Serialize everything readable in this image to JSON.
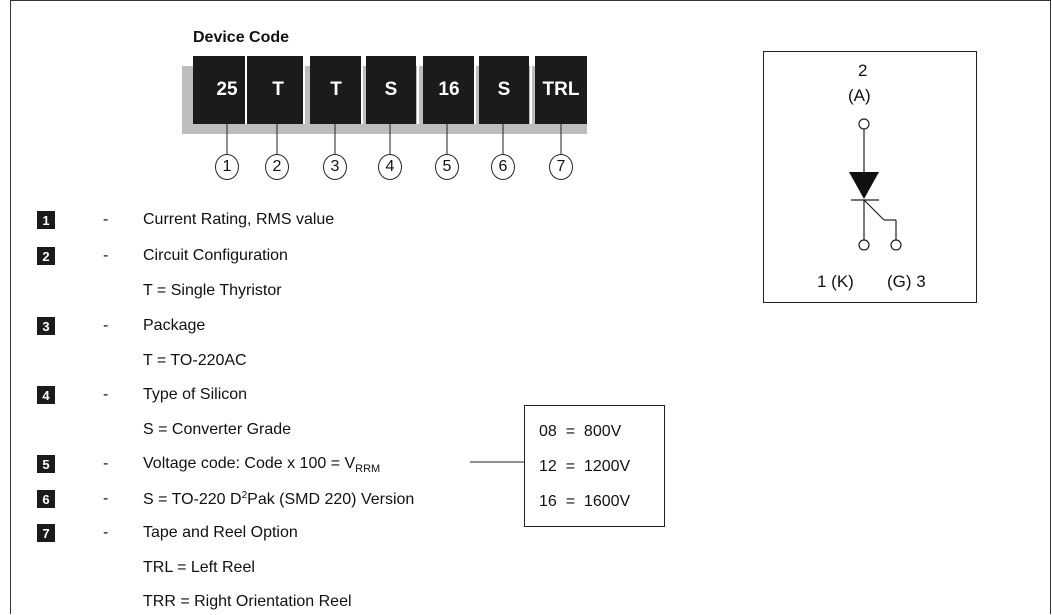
{
  "device_code": {
    "title": "Device Code",
    "codes": [
      "25",
      "T",
      "T",
      "S",
      "16",
      "S",
      "TRL"
    ],
    "positions": [
      "1",
      "2",
      "3",
      "4",
      "5",
      "6",
      "7"
    ]
  },
  "legend": [
    {
      "num": "1",
      "dash": "-",
      "text": "Current Rating, RMS value"
    },
    {
      "num": "2",
      "dash": "-",
      "text": "Circuit Configuration"
    },
    {
      "sub": "T = Single Thyristor"
    },
    {
      "num": "3",
      "dash": "-",
      "text": "Package"
    },
    {
      "sub": "T = TO-220AC"
    },
    {
      "num": "4",
      "dash": "-",
      "text": "Type of Silicon"
    },
    {
      "sub": "S = Converter Grade"
    },
    {
      "num": "5",
      "dash": "-",
      "text_prefix": "Voltage code: Code x 100 = V",
      "text_sub": "RRM"
    },
    {
      "num": "6",
      "dash": "-",
      "text_prefix": "S = TO-220  D",
      "text_sup": "2",
      "text_suffix": "Pak (SMD 220) Version"
    },
    {
      "num": "7",
      "dash": "-",
      "text": "Tape and Reel Option"
    },
    {
      "sub": "TRL = Left Reel"
    },
    {
      "sub": "TRR = Right Orientation Reel"
    }
  ],
  "voltage_table": [
    {
      "code": "08",
      "eq": "=",
      "value": "800V"
    },
    {
      "code": "12",
      "eq": "=",
      "value": "1200V"
    },
    {
      "code": "16",
      "eq": "=",
      "value": "1600V"
    }
  ],
  "symbol": {
    "anode_pin": "2",
    "anode_label": "(A)",
    "cathode_label": "1 (K)",
    "gate_label": "(G) 3"
  }
}
